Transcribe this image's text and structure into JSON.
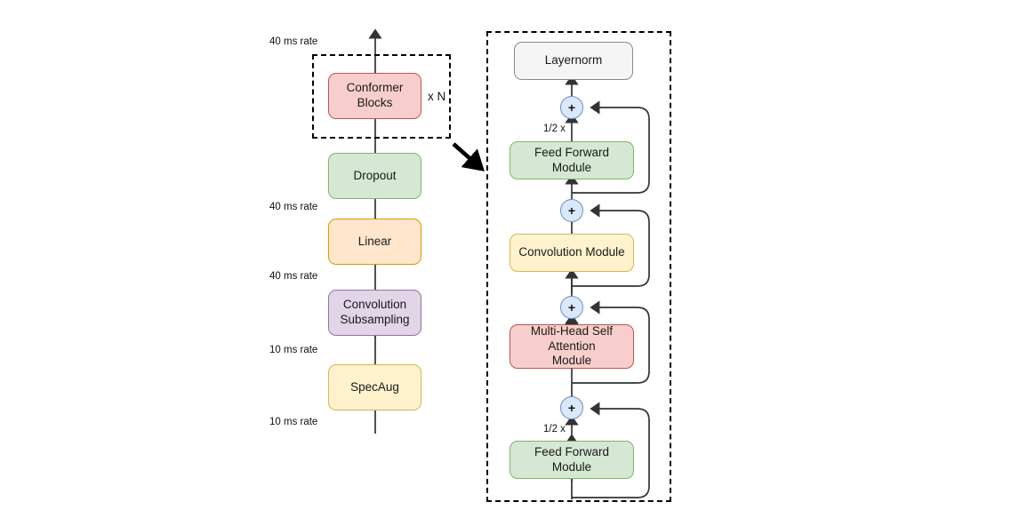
{
  "diagram": {
    "title": "Conformer encoder architecture",
    "colors": {
      "pink": "#f8cecc",
      "pink_border": "#b85450",
      "green": "#d5e8d4",
      "green_border": "#82b366",
      "orange": "#ffe6cc",
      "orange_border": "#d79b00",
      "purple": "#e1d5e7",
      "purple_border": "#9673a6",
      "yellow": "#fff2cc",
      "yellow_border": "#d6b656",
      "gray": "#f5f5f5",
      "gray_border": "#888888",
      "plus_fill": "#dae8fc",
      "plus_border": "#6c8ebf",
      "line": "#333333",
      "dashed": "#000000"
    }
  },
  "encoder": {
    "group_label": "x N",
    "rate_top": "40 ms rate",
    "rate_after_dropout": "40 ms rate",
    "rate_after_linear": "40 ms rate",
    "rate_after_subsampling": "10 ms rate",
    "rate_input": "10 ms rate",
    "blocks": {
      "conformer": "Conformer Blocks",
      "dropout": "Dropout",
      "linear": "Linear",
      "subsampling": "Convolution\nSubsampling",
      "subsampling_line1": "Convolution",
      "subsampling_line2": "Subsampling",
      "specaug": "SpecAug"
    }
  },
  "conformer_block": {
    "layernorm": "Layernorm",
    "feed_forward_top": "Feed Forward Module",
    "convolution": "Convolution Module",
    "attention_line1": "Multi-Head Self Attention",
    "attention_line2": "Module",
    "feed_forward_bottom": "Feed Forward Module",
    "half_scale_top": "1/2 x",
    "half_scale_bottom": "1/2 x",
    "plus_symbol": "+"
  }
}
